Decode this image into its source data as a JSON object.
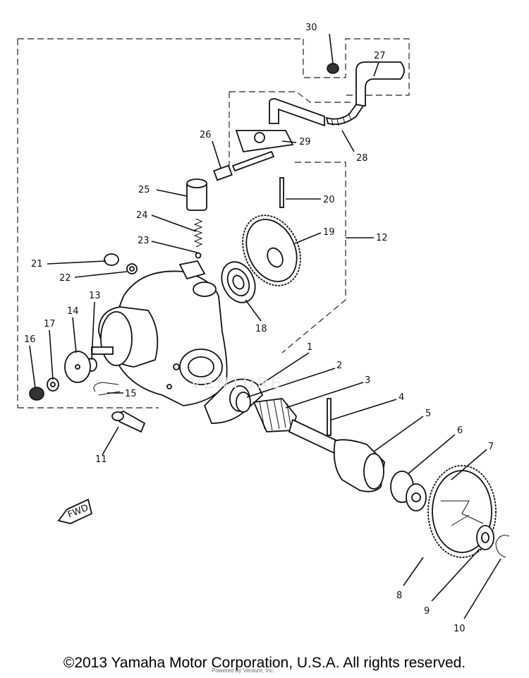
{
  "callouts": {
    "c1": "1",
    "c2": "2",
    "c3": "3",
    "c4": "4",
    "c5": "5",
    "c6": "6",
    "c7": "7",
    "c8": "8",
    "c9": "9",
    "c10": "10",
    "c11": "11",
    "c12": "12",
    "c13": "13",
    "c14": "14",
    "c15": "15",
    "c16": "16",
    "c17": "17",
    "c18": "18",
    "c19": "19",
    "c20": "20",
    "c21": "21",
    "c22": "22",
    "c23": "23",
    "c24": "24",
    "c25": "25",
    "c26": "26",
    "c27": "27",
    "c28": "28",
    "c29": "29",
    "c30": "30"
  },
  "direction_tag": "FWD",
  "watermark": "VENTURE",
  "watermark_note": "Powered by Venture, Inc.",
  "copyright": "©2013 Yamaha Motor Corporation, U.S.A. All rights reserved."
}
